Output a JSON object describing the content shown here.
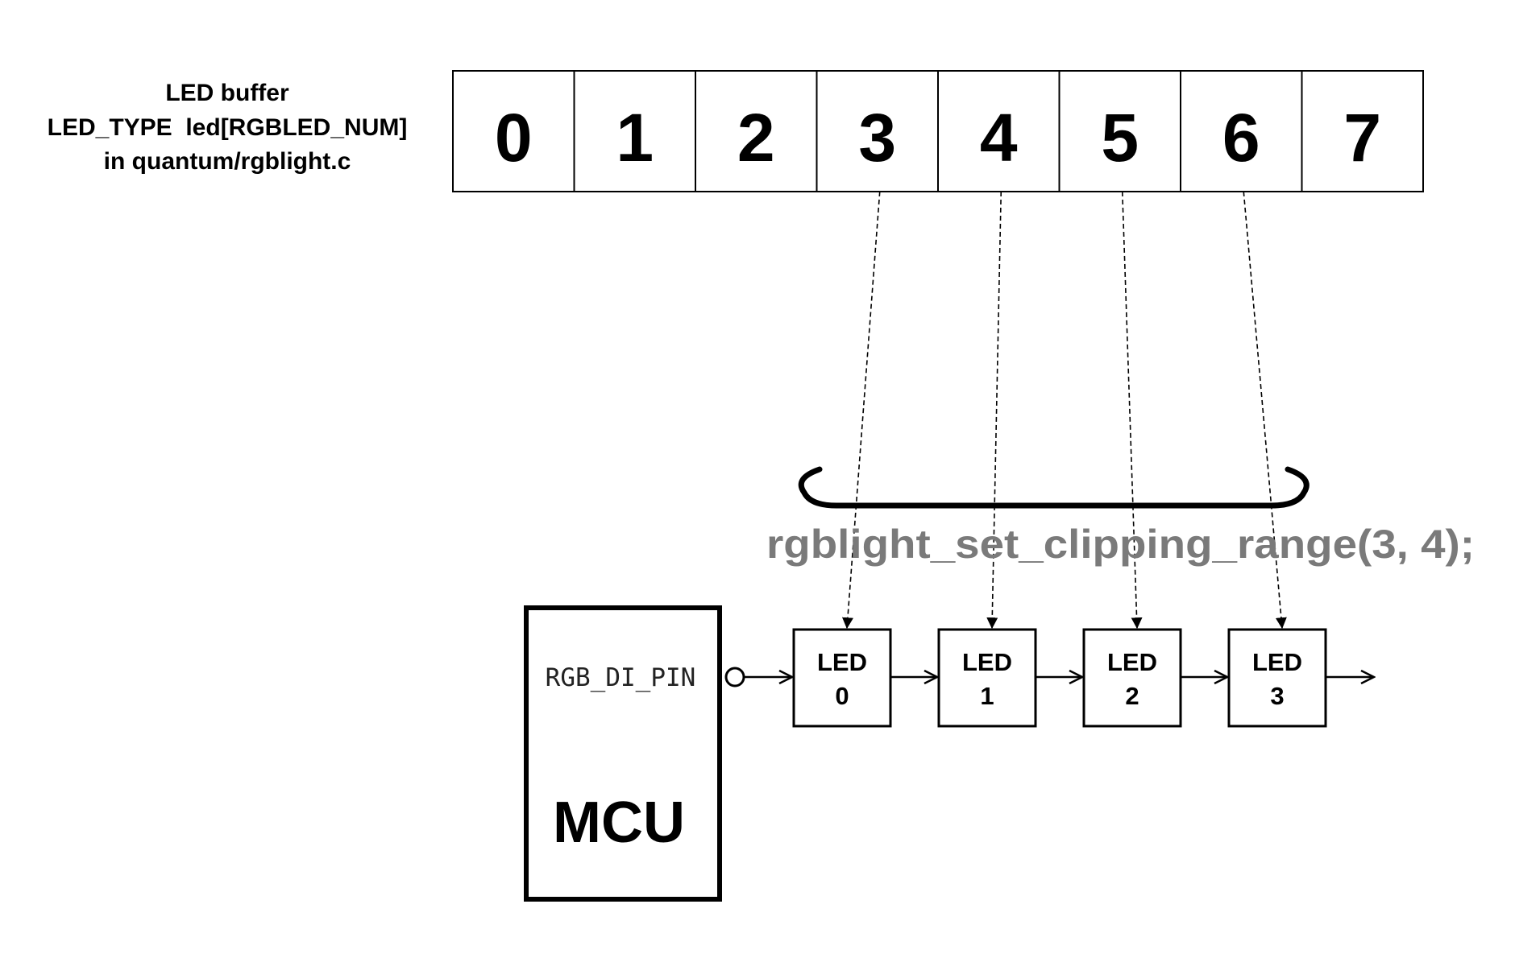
{
  "buffer_label": {
    "line1": "LED buffer",
    "line2": "LED_TYPE  led[RGBLED_NUM]",
    "line3": "in quantum/rgblight.c"
  },
  "buffer_cells": [
    "0",
    "1",
    "2",
    "3",
    "4",
    "5",
    "6",
    "7"
  ],
  "clipping_call": "rgblight_set_clipping_range(3, 4);",
  "mcu": {
    "pin_label": "RGB_DI_PIN",
    "name": "MCU"
  },
  "leds": [
    {
      "label": "LED",
      "index": "0"
    },
    {
      "label": "LED",
      "index": "1"
    },
    {
      "label": "LED",
      "index": "2"
    },
    {
      "label": "LED",
      "index": "3"
    }
  ],
  "mapping": [
    {
      "buffer_index": 3,
      "led": 0
    },
    {
      "buffer_index": 4,
      "led": 1
    },
    {
      "buffer_index": 5,
      "led": 2
    },
    {
      "buffer_index": 6,
      "led": 3
    }
  ],
  "colors": {
    "stroke": "#000000",
    "call_text": "#7a7a7a"
  }
}
